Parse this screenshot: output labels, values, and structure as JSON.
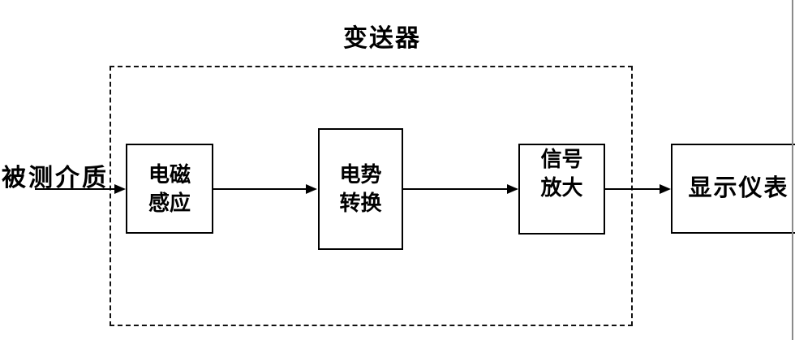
{
  "diagram": {
    "title": "变送器",
    "input_label": "被测介质",
    "blocks": {
      "induction": {
        "line1": "电磁",
        "line2": "感应"
      },
      "conversion": {
        "line1": "电势",
        "line2": "转换"
      },
      "amplification": {
        "line1": "信号",
        "line2": "放大"
      },
      "display": {
        "label": "显示仪表"
      }
    },
    "colors": {
      "stroke": "#000000",
      "background": "#ffffff",
      "boundary_dash": "#111111",
      "page_edge": "#8a8a8a"
    }
  }
}
